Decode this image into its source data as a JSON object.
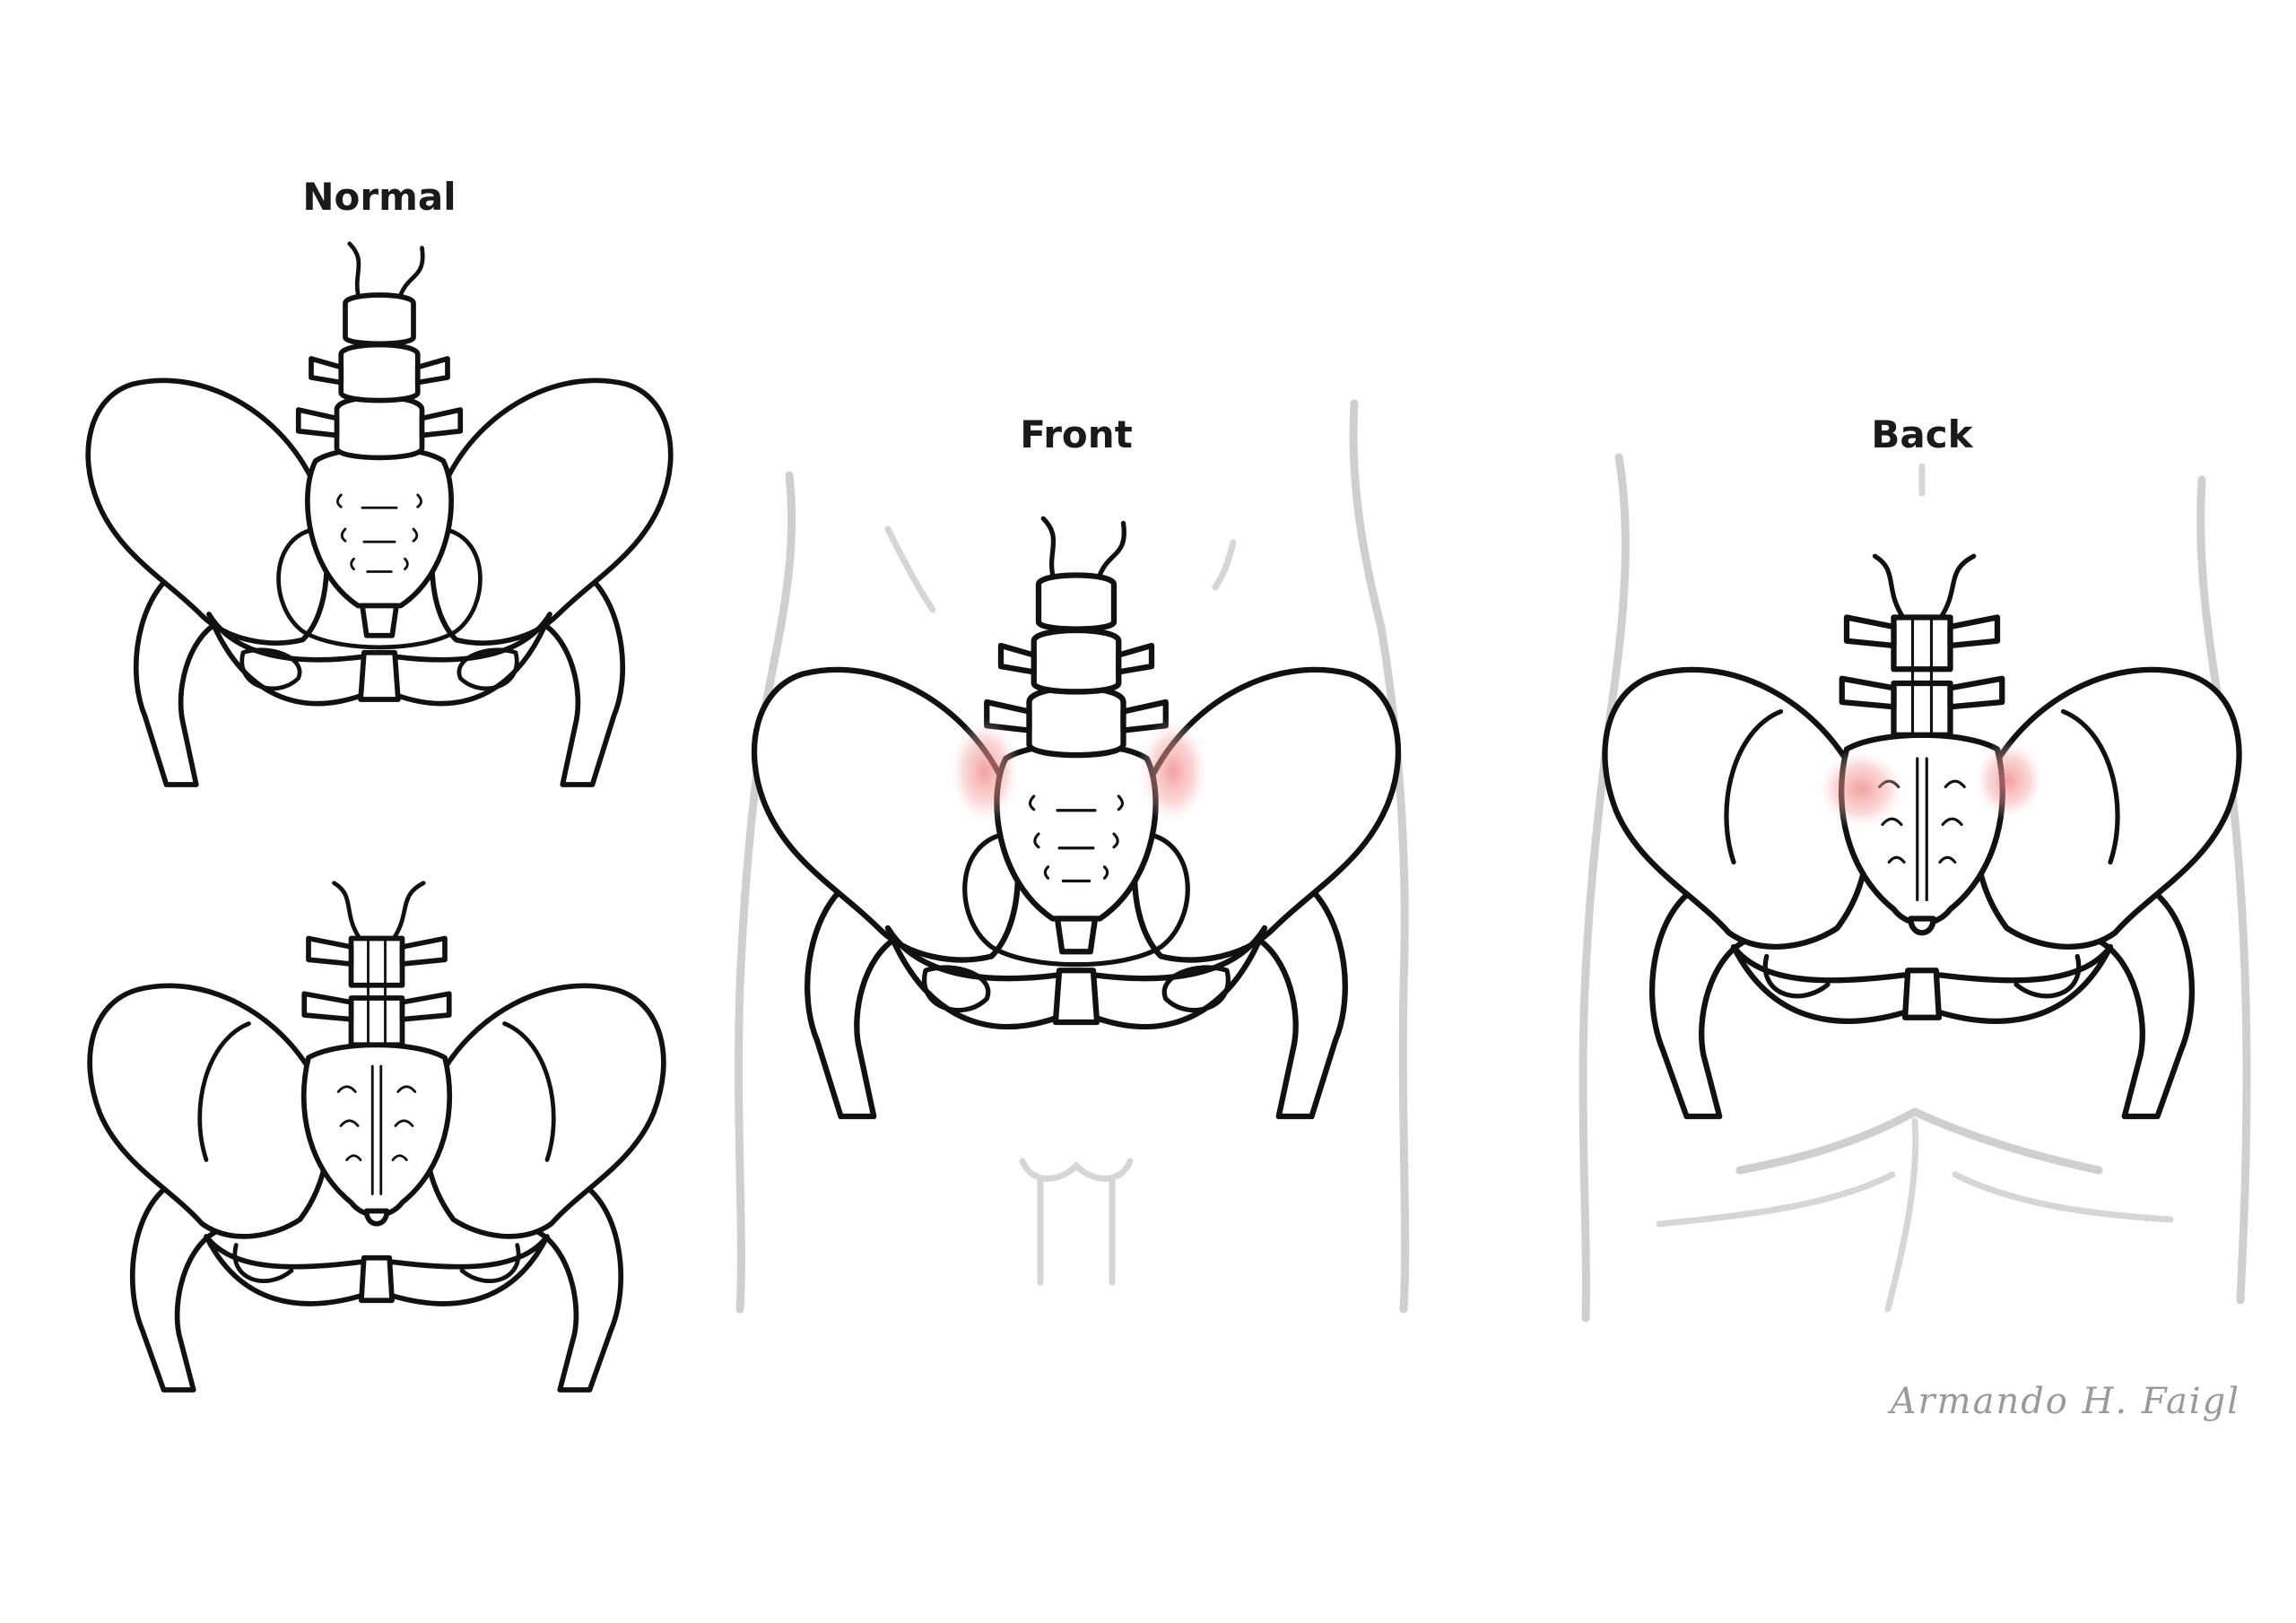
{
  "labels": {
    "normal": "Normal",
    "front": "Front",
    "back": "Back"
  },
  "signature": "Armando H. Faigl",
  "colors": {
    "outline": "#111111",
    "body_outline": "#cfcfcf",
    "inflammation": "#f08080",
    "signature": "#9a9a9a"
  }
}
